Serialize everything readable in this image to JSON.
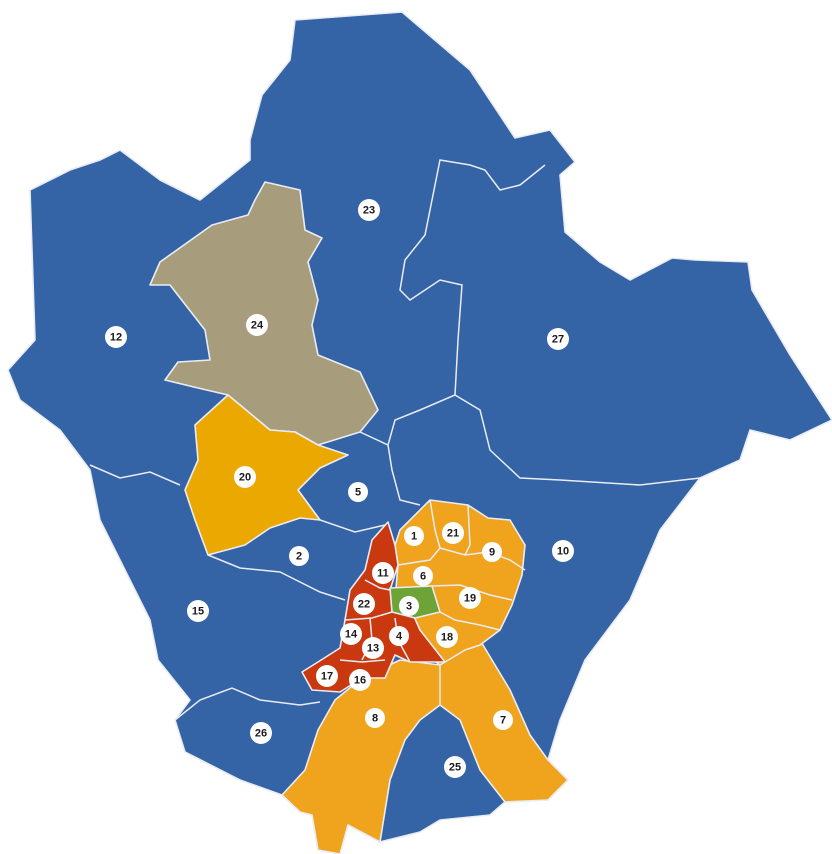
{
  "colors": {
    "blue": "#3463a6",
    "orange": "#f0a31c",
    "amber": "#eba800",
    "khaki": "#a79d7c",
    "red": "#c9380f",
    "green": "#6ea338",
    "border": "#e9ecf3",
    "label_bg": "#ffffff"
  },
  "districts": [
    {
      "id": "1",
      "label": "1",
      "color": "orange"
    },
    {
      "id": "2",
      "label": "2",
      "color": "blue"
    },
    {
      "id": "3",
      "label": "3",
      "color": "green"
    },
    {
      "id": "4",
      "label": "4",
      "color": "red"
    },
    {
      "id": "5",
      "label": "5",
      "color": "blue"
    },
    {
      "id": "6",
      "label": "6",
      "color": "orange"
    },
    {
      "id": "7",
      "label": "7",
      "color": "orange"
    },
    {
      "id": "8",
      "label": "8",
      "color": "orange"
    },
    {
      "id": "9",
      "label": "9",
      "color": "orange"
    },
    {
      "id": "10",
      "label": "10",
      "color": "blue"
    },
    {
      "id": "11",
      "label": "11",
      "color": "red"
    },
    {
      "id": "12",
      "label": "12",
      "color": "blue"
    },
    {
      "id": "13",
      "label": "13",
      "color": "red"
    },
    {
      "id": "14",
      "label": "14",
      "color": "red"
    },
    {
      "id": "15",
      "label": "15",
      "color": "blue"
    },
    {
      "id": "16",
      "label": "16",
      "color": "red"
    },
    {
      "id": "17",
      "label": "17",
      "color": "red"
    },
    {
      "id": "18",
      "label": "18",
      "color": "orange"
    },
    {
      "id": "19",
      "label": "19",
      "color": "orange"
    },
    {
      "id": "20",
      "label": "20",
      "color": "amber"
    },
    {
      "id": "21",
      "label": "21",
      "color": "orange"
    },
    {
      "id": "22",
      "label": "22",
      "color": "red"
    },
    {
      "id": "23",
      "label": "23",
      "color": "blue"
    },
    {
      "id": "24",
      "label": "24",
      "color": "khaki"
    },
    {
      "id": "25",
      "label": "25",
      "color": "blue"
    },
    {
      "id": "26",
      "label": "26",
      "color": "blue"
    },
    {
      "id": "27",
      "label": "27",
      "color": "blue"
    }
  ]
}
